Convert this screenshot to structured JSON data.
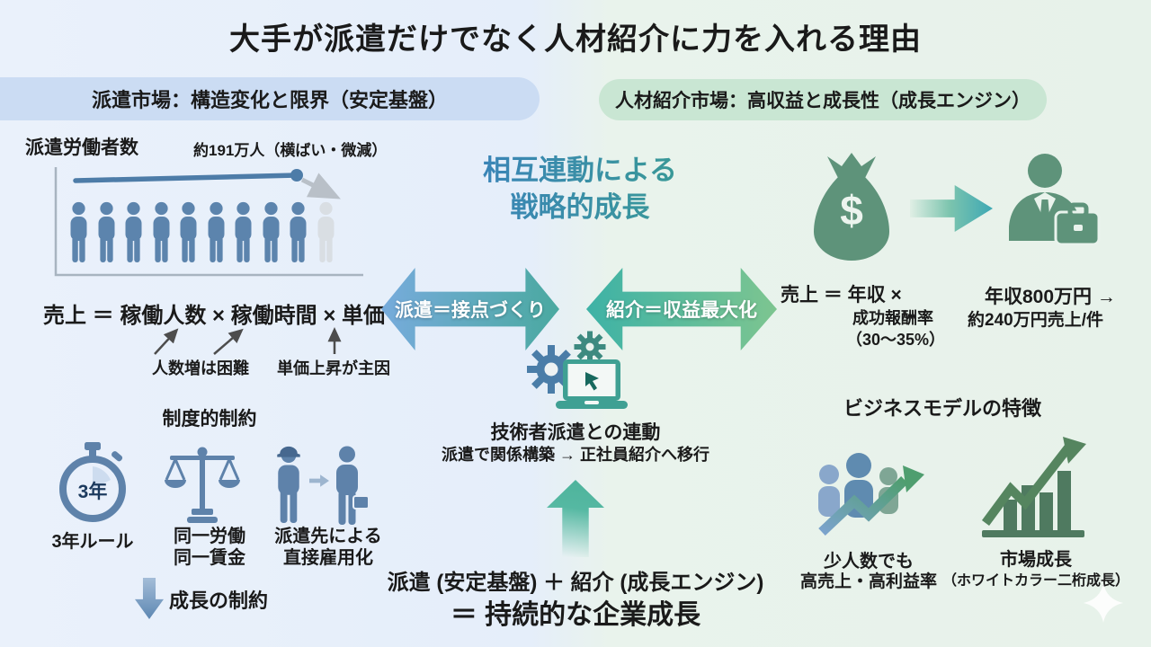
{
  "title": "大手が派遣だけでなく人材紹介に力を入れる理由",
  "left_section": {
    "header": "派遣市場：構造変化と限界（安定基盤）",
    "workers_chart": {
      "label": "派遣労働者数",
      "annotation": "約191万人（横ばい・微減）",
      "people_total": 10,
      "people_active": 9
    },
    "revenue_formula": "売上 ＝ 稼働人数 × 稼働時間 × 単価",
    "formula_notes": [
      "人数増は困難",
      "単価上昇が主因"
    ],
    "constraints": {
      "heading": "制度的制約",
      "items": [
        {
          "icon": "stopwatch-icon",
          "badge": "3年",
          "label_line1": "3年ルール",
          "label_line2": ""
        },
        {
          "icon": "balance-scale-icon",
          "label_line1": "同一労働",
          "label_line2": "同一賃金"
        },
        {
          "icon": "worker-to-businessman-icon",
          "label_line1": "派遣先による",
          "label_line2": "直接雇用化"
        }
      ],
      "conclusion": "成長の制約"
    }
  },
  "center_section": {
    "heading_line1": "相互連動による",
    "heading_line2": "戦略的成長",
    "left_arrow_label": "派遣＝接点づくり",
    "right_arrow_label": "紹介＝収益最大化",
    "linkage_title": "技術者派遣との連動",
    "linkage_desc": "派遣で関係構築 → 正社員紹介へ移行",
    "conclusion_line1": "派遣 (安定基盤) ＋ 紹介 (成長エンジン)",
    "conclusion_line2": "＝ 持続的な企業成長"
  },
  "right_section": {
    "header": "人材紹介市場：高収益と成長性（成長エンジン）",
    "money_symbol": "$",
    "revenue": {
      "formula_line1": "売上 ＝ 年収 ×",
      "formula_line2": "成功報酬率",
      "formula_line3": "（30〜35%）",
      "example_line1": "年収800万円 →",
      "example_line2": "約240万円売上/件"
    },
    "business_model": {
      "heading": "ビジネスモデルの特徴",
      "items": [
        {
          "icon": "team-growth-icon",
          "label_line1": "少人数でも",
          "label_line2": "高売上・高利益率"
        },
        {
          "icon": "market-growth-chart-icon",
          "label_line1": "市場成長",
          "label_line2": "（ホワイトカラー二桁成長）"
        }
      ]
    }
  },
  "colors": {
    "left_accent": "#5e82aa",
    "right_accent": "#5e937a",
    "left_pill_bg": "#cbdcf3",
    "right_pill_bg": "#c9e6d3",
    "heading_gradient_start": "#3b7cc4",
    "heading_gradient_end": "#38a18a",
    "person_active": "#5c84ad",
    "person_inactive": "#d9dee3",
    "trend_line": "#4d7ca8",
    "trend_forecast_arrow": "#b9c0c8"
  }
}
